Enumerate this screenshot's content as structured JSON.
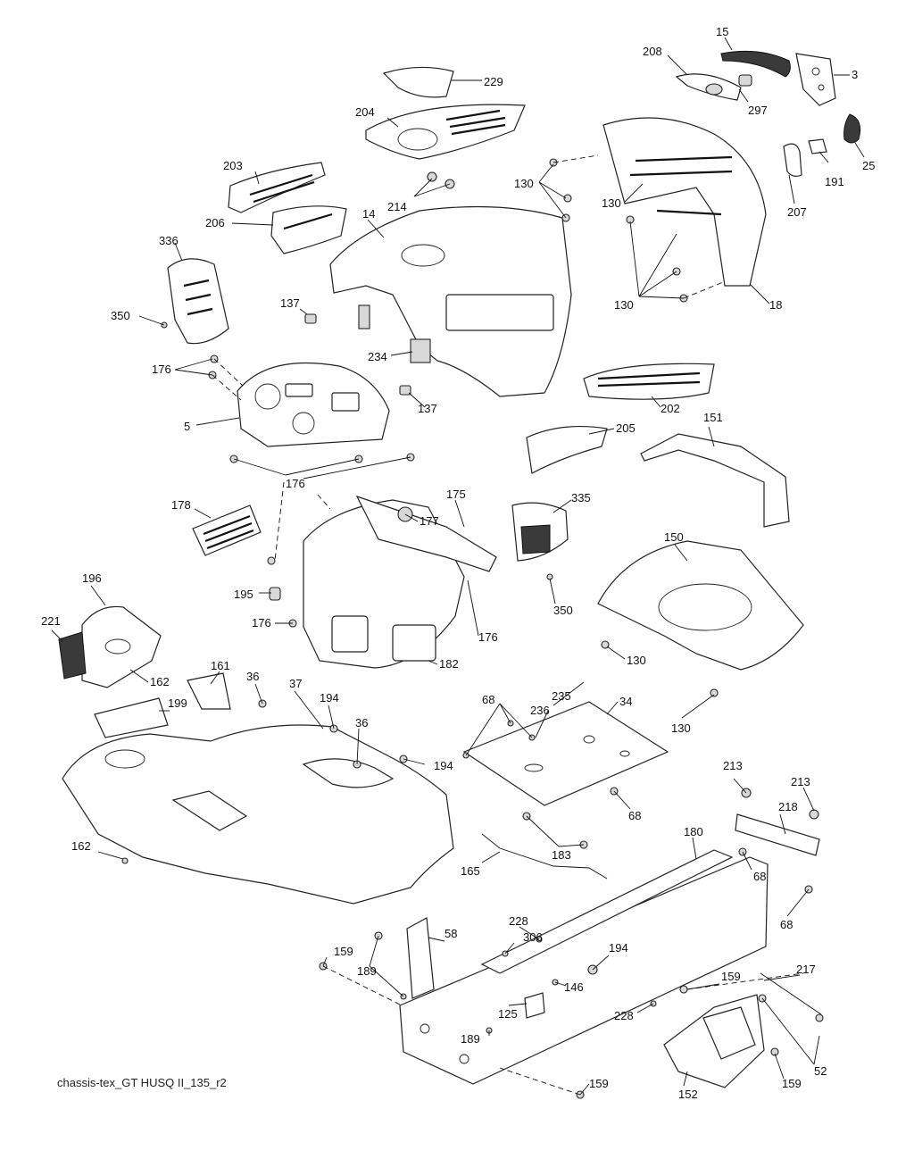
{
  "diagram": {
    "caption": "chassis-tex_GT HUSQ II_135_r2",
    "callouts": [
      {
        "id": "c-15",
        "text": "15"
      },
      {
        "id": "c-208",
        "text": "208"
      },
      {
        "id": "c-3",
        "text": "3"
      },
      {
        "id": "c-229",
        "text": "229"
      },
      {
        "id": "c-297",
        "text": "297"
      },
      {
        "id": "c-204",
        "text": "204"
      },
      {
        "id": "c-25",
        "text": "25"
      },
      {
        "id": "c-191",
        "text": "191"
      },
      {
        "id": "c-130a",
        "text": "130"
      },
      {
        "id": "c-207",
        "text": "207"
      },
      {
        "id": "c-203",
        "text": "203"
      },
      {
        "id": "c-214",
        "text": "214"
      },
      {
        "id": "c-14",
        "text": "14"
      },
      {
        "id": "c-130b",
        "text": "130"
      },
      {
        "id": "c-336",
        "text": "336"
      },
      {
        "id": "c-206",
        "text": "206"
      },
      {
        "id": "c-130c",
        "text": "130"
      },
      {
        "id": "c-18",
        "text": "18"
      },
      {
        "id": "c-350a",
        "text": "350"
      },
      {
        "id": "c-137a",
        "text": "137"
      },
      {
        "id": "c-234",
        "text": "234"
      },
      {
        "id": "c-176a",
        "text": "176"
      },
      {
        "id": "c-137b",
        "text": "137"
      },
      {
        "id": "c-202",
        "text": "202"
      },
      {
        "id": "c-5",
        "text": "5"
      },
      {
        "id": "c-205",
        "text": "205"
      },
      {
        "id": "c-151",
        "text": "151"
      },
      {
        "id": "c-176b",
        "text": "176"
      },
      {
        "id": "c-178",
        "text": "178"
      },
      {
        "id": "c-175",
        "text": "175"
      },
      {
        "id": "c-335",
        "text": "335"
      },
      {
        "id": "c-177",
        "text": "177"
      },
      {
        "id": "c-150",
        "text": "150"
      },
      {
        "id": "c-196",
        "text": "196"
      },
      {
        "id": "c-195",
        "text": "195"
      },
      {
        "id": "c-350b",
        "text": "350"
      },
      {
        "id": "c-221",
        "text": "221"
      },
      {
        "id": "c-176c",
        "text": "176"
      },
      {
        "id": "c-176d",
        "text": "176"
      },
      {
        "id": "c-130d",
        "text": "130"
      },
      {
        "id": "c-161",
        "text": "161"
      },
      {
        "id": "c-182",
        "text": "182"
      },
      {
        "id": "c-162a",
        "text": "162"
      },
      {
        "id": "c-36a",
        "text": "36"
      },
      {
        "id": "c-37",
        "text": "37"
      },
      {
        "id": "c-194a",
        "text": "194"
      },
      {
        "id": "c-68a",
        "text": "68"
      },
      {
        "id": "c-235",
        "text": "235"
      },
      {
        "id": "c-34",
        "text": "34"
      },
      {
        "id": "c-199",
        "text": "199"
      },
      {
        "id": "c-236",
        "text": "236"
      },
      {
        "id": "c-36b",
        "text": "36"
      },
      {
        "id": "c-130e",
        "text": "130"
      },
      {
        "id": "c-194b",
        "text": "194"
      },
      {
        "id": "c-213a",
        "text": "213"
      },
      {
        "id": "c-213b",
        "text": "213"
      },
      {
        "id": "c-68b",
        "text": "68"
      },
      {
        "id": "c-218",
        "text": "218"
      },
      {
        "id": "c-162b",
        "text": "162"
      },
      {
        "id": "c-183",
        "text": "183"
      },
      {
        "id": "c-180",
        "text": "180"
      },
      {
        "id": "c-165",
        "text": "165"
      },
      {
        "id": "c-68c",
        "text": "68"
      },
      {
        "id": "c-228a",
        "text": "228"
      },
      {
        "id": "c-68d",
        "text": "68"
      },
      {
        "id": "c-58",
        "text": "58"
      },
      {
        "id": "c-306",
        "text": "306"
      },
      {
        "id": "c-159a",
        "text": "159"
      },
      {
        "id": "c-194c",
        "text": "194"
      },
      {
        "id": "c-189a",
        "text": "189"
      },
      {
        "id": "c-159b",
        "text": "159"
      },
      {
        "id": "c-217",
        "text": "217"
      },
      {
        "id": "c-146",
        "text": "146"
      },
      {
        "id": "c-125",
        "text": "125"
      },
      {
        "id": "c-228b",
        "text": "228"
      },
      {
        "id": "c-189b",
        "text": "189"
      },
      {
        "id": "c-52",
        "text": "52"
      },
      {
        "id": "c-159c",
        "text": "159"
      },
      {
        "id": "c-152",
        "text": "152"
      },
      {
        "id": "c-159d",
        "text": "159"
      }
    ]
  }
}
